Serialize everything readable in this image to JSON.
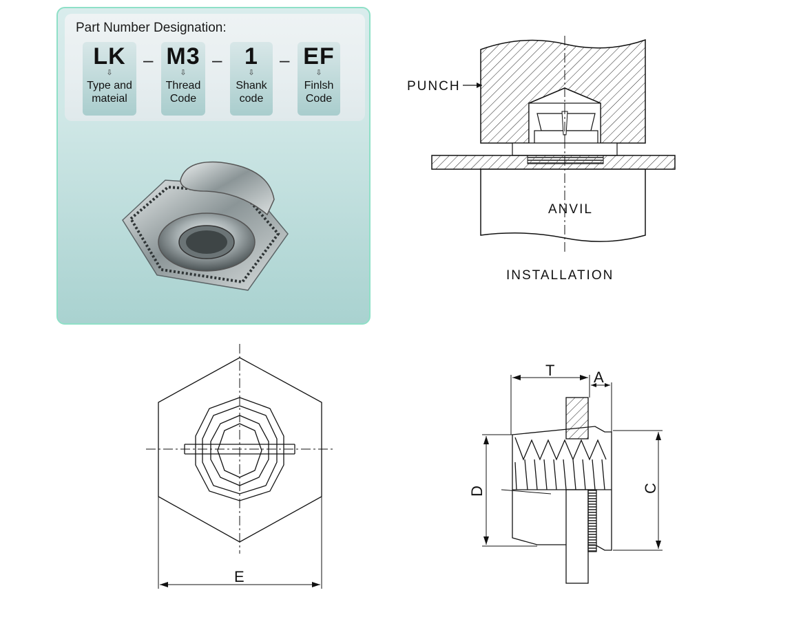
{
  "designation": {
    "title": "Part Number Designation:",
    "codes": [
      {
        "code": "LK",
        "desc_line1": "Type and",
        "desc_line2": "mateial"
      },
      {
        "code": "M3",
        "desc_line1": "Thread",
        "desc_line2": "Code"
      },
      {
        "code": "1",
        "desc_line1": "Shank",
        "desc_line2": "code"
      },
      {
        "code": "EF",
        "desc_line1": "Finlsh",
        "desc_line2": "Code"
      }
    ],
    "separator": "–"
  },
  "installation": {
    "punch_label": "PUNCH",
    "anvil_label": "ANVIL",
    "caption": "INSTALLATION"
  },
  "top_view": {
    "dim_label": "E"
  },
  "side_view": {
    "dim_t": "T",
    "dim_a": "A",
    "dim_d": "D",
    "dim_c": "C"
  }
}
